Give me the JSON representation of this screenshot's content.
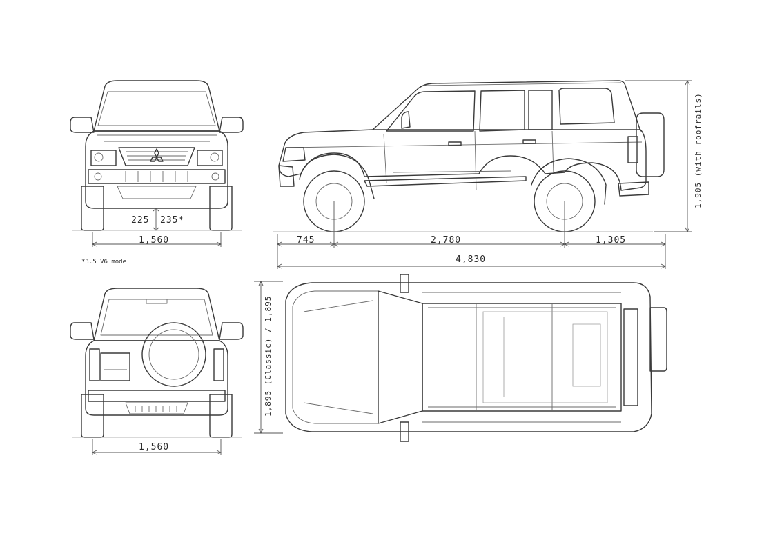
{
  "dimensions": {
    "front_track": "1,560",
    "rear_track": "1,560",
    "ground_clearance_std": "225",
    "ground_clearance_v6": "235*",
    "front_overhang": "745",
    "wheelbase": "2,780",
    "rear_overhang": "1,305",
    "overall_length": "4,830",
    "overall_height": "1,905 (with roofrails)",
    "overall_width": "1,895 (Classic) / 1,895"
  },
  "footnote": "*3.5 V6 model",
  "colors": {
    "line": "#3a3a3a",
    "background": "#ffffff"
  },
  "icons": {
    "front_emblem": "three-diamond-logo-icon"
  }
}
